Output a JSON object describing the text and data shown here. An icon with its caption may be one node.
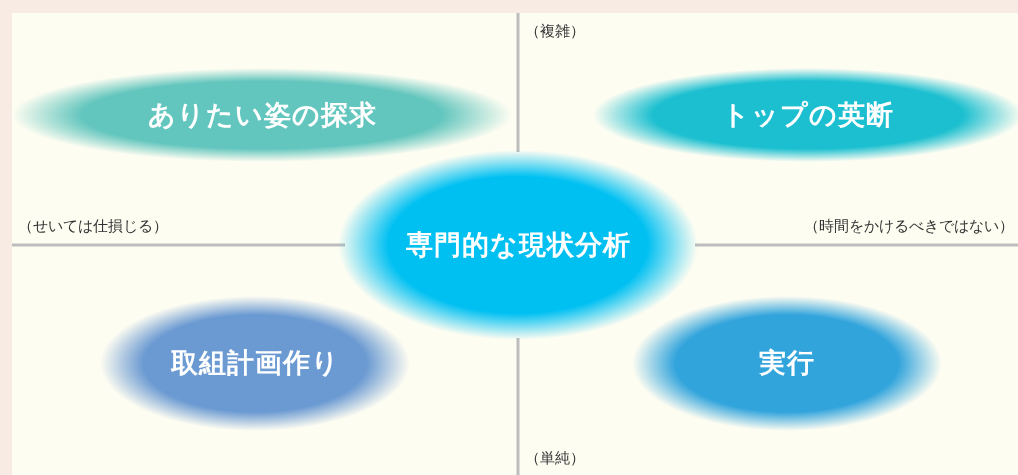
{
  "diagram": {
    "nodes": [
      {
        "text": [
          "ありたい姿の探求"
        ]
      },
      {
        "text": [
          "トップの英断"
        ]
      },
      {
        "text": [
          "専門的な現状分析"
        ]
      },
      {
        "text": [
          "取組計画作り"
        ]
      },
      {
        "text": [
          "実行"
        ]
      }
    ],
    "labels": [
      "（複雑）",
      "（せいては仕損じる）",
      "（時間をかけるべきではない）",
      "（単純）"
    ]
  }
}
